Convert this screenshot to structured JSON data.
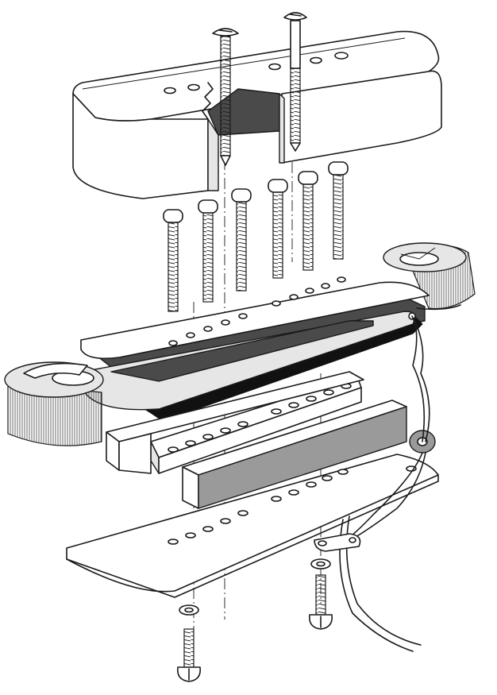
{
  "figure": {
    "parts": [
      "pickup-cover",
      "cover-screw",
      "pole-piece-screw",
      "top-flatwork-plate",
      "bobbin-coil",
      "magnet-bar",
      "pole-bar",
      "base-plate",
      "mounting-screw",
      "washer",
      "lead-wire",
      "solder-lug",
      "grommet"
    ],
    "colors": {
      "line": "#1a1a1a",
      "shade_dark": "#4a4a4a",
      "shade_mid": "#9a9a9a",
      "shade_light": "#e6e6e6",
      "background": "#ffffff"
    }
  }
}
